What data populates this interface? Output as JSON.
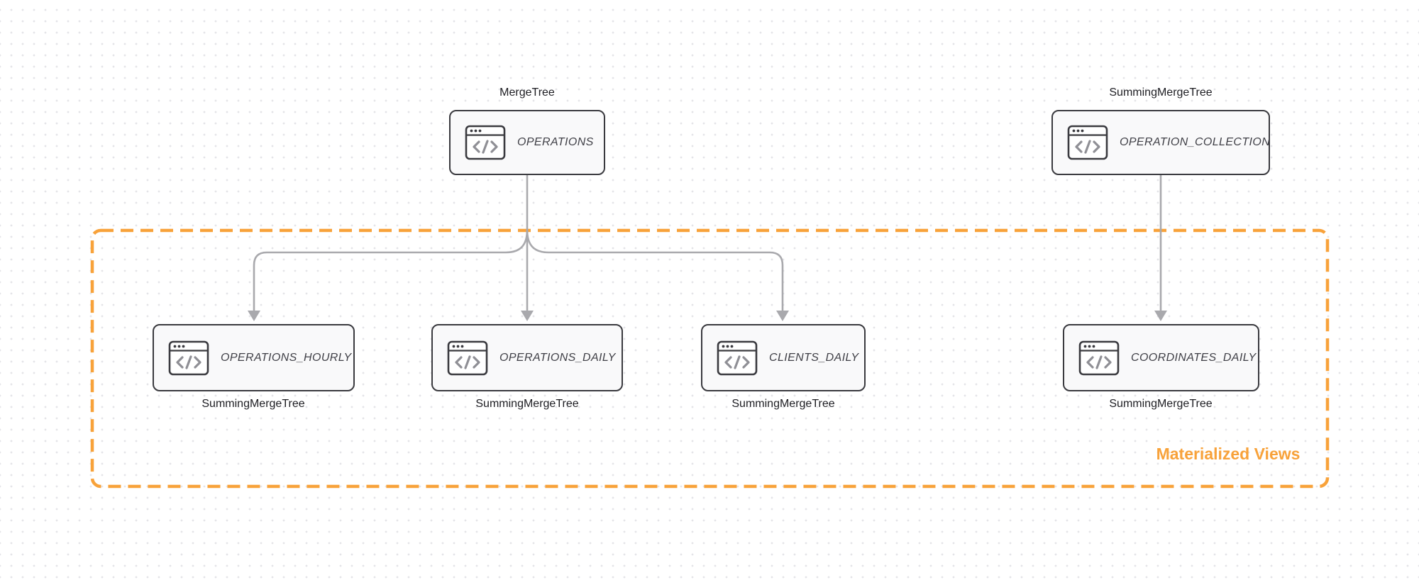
{
  "nodes": {
    "operations": {
      "engine": "MergeTree",
      "table": "OPERATIONS"
    },
    "operation_collection": {
      "engine": "SummingMergeTree",
      "table": "OPERATION_COLLECTION"
    },
    "operations_hourly": {
      "engine": "SummingMergeTree",
      "table": "OPERATIONS_HOURLY"
    },
    "operations_daily": {
      "engine": "SummingMergeTree",
      "table": "OPERATIONS_DAILY"
    },
    "clients_daily": {
      "engine": "SummingMergeTree",
      "table": "CLIENTS_DAILY"
    },
    "coordinates_daily": {
      "engine": "SummingMergeTree",
      "table": "COORDINATES_DAILY"
    }
  },
  "group": {
    "label": "Materialized Views"
  },
  "icons": {
    "node_icon": "code-window-icon"
  },
  "colors": {
    "accent_orange": "#F8A23A",
    "node_border": "#3A3A3F",
    "node_fill": "#F9F9FA",
    "connector_gray": "#A9A9AD",
    "node_text": "#3F3F46",
    "label_text": "#1D1D22",
    "dot_grid": "#E4E4E8"
  }
}
